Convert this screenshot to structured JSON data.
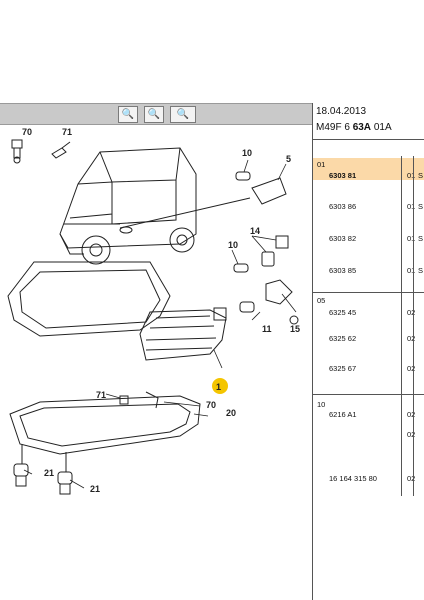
{
  "header": {
    "date": "18.04.2013",
    "code_prefix": "M49F 6 ",
    "code_bold": "63A",
    "code_suffix": " 01A"
  },
  "toolbar": {
    "buttons": [
      {
        "name": "zoom-in-icon",
        "glyph": "🔍"
      },
      {
        "name": "zoom-out-icon",
        "glyph": "🔍"
      },
      {
        "name": "zoom-fit-icon",
        "glyph": "🔍"
      }
    ]
  },
  "callouts": {
    "c70": "70",
    "c71": "71",
    "c10a": "10",
    "c5": "5",
    "c10b": "10",
    "c14": "14",
    "c15": "15",
    "c11": "11",
    "c1": "1",
    "c71b": "71",
    "c70b": "70",
    "c20": "20",
    "c21a": "21",
    "c21b": "21"
  },
  "table": {
    "groups": [
      {
        "header": "01",
        "rows": [
          {
            "ref": "6303 81",
            "qty": "01",
            "extra": "S",
            "highlight": true
          },
          {
            "ref": "6303 86",
            "qty": "01",
            "extra": "S",
            "highlight": false
          },
          {
            "ref": "6303 82",
            "qty": "01",
            "extra": "S",
            "highlight": false
          },
          {
            "ref": "6303 85",
            "qty": "01",
            "extra": "S",
            "highlight": false
          }
        ]
      },
      {
        "header": "05",
        "rows": [
          {
            "ref": "6325 45",
            "qty": "02",
            "extra": "",
            "highlight": false
          },
          {
            "ref": "6325 62",
            "qty": "02",
            "extra": "",
            "highlight": false
          },
          {
            "ref": "6325 67",
            "qty": "02",
            "extra": "",
            "highlight": false
          }
        ]
      },
      {
        "header": "10",
        "rows": [
          {
            "ref": "6216 A1",
            "qty": "02",
            "extra": "",
            "highlight": false
          },
          {
            "ref": "",
            "qty": "02",
            "extra": "",
            "highlight": false
          },
          {
            "ref": "16 164 315 80",
            "qty": "02",
            "extra": "",
            "highlight": false
          }
        ]
      }
    ]
  }
}
